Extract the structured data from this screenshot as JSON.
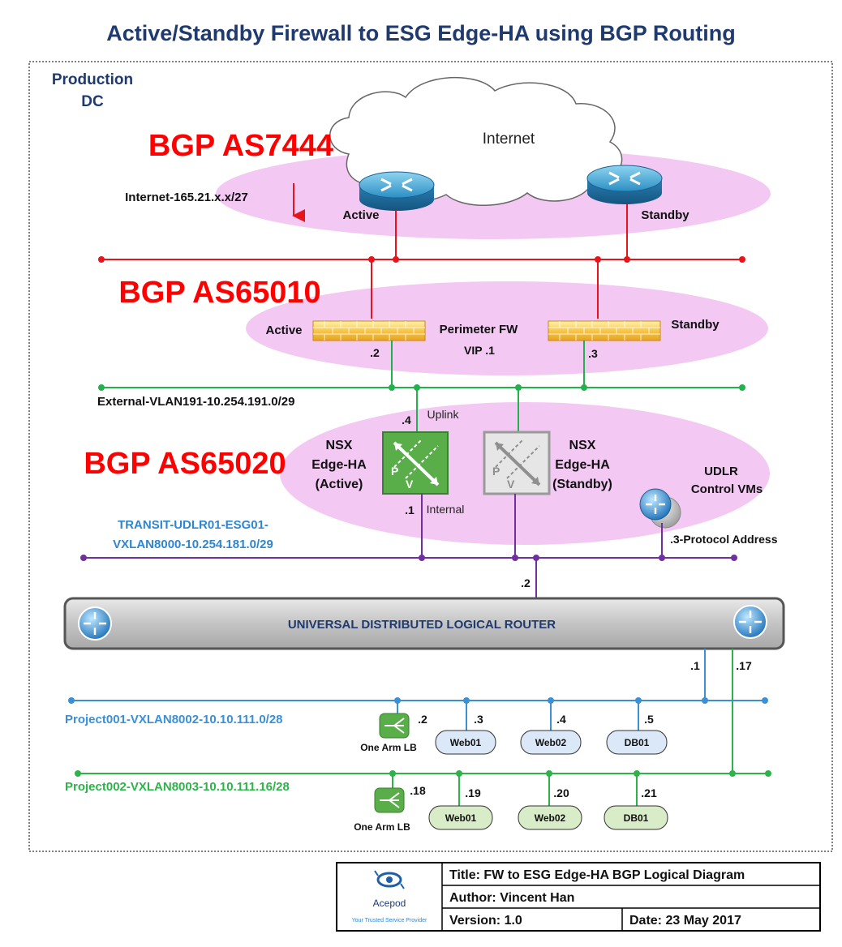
{
  "title": "Active/Standby Firewall to ESG Edge-HA using BGP Routing",
  "dc_label": [
    "Production",
    "DC"
  ],
  "bgp": {
    "as7444": "BGP AS7444",
    "as65010": "BGP AS65010",
    "as65020": "BGP AS65020"
  },
  "internet": {
    "cloud_label": "Internet",
    "subnet": "Internet-165.21.x.x/27",
    "router_active": "Active",
    "router_standby": "Standby"
  },
  "perimeter_fw": {
    "active": "Active",
    "standby": "Standby",
    "name": "Perimeter FW",
    "vip": "VIP .1",
    "active_ip": ".2",
    "standby_ip": ".3"
  },
  "external_vlan": "External-VLAN191-10.254.191.0/29",
  "nsx_edge": {
    "uplink_ip": ".4",
    "uplink_label": "Uplink",
    "active": [
      "NSX",
      "Edge-HA",
      "(Active)"
    ],
    "standby": [
      "NSX",
      "Edge-HA",
      "(Standby)"
    ],
    "internal_ip": ".1",
    "internal_label": "Internal",
    "icon_letters": [
      "P",
      "V"
    ]
  },
  "udlr_control": {
    "label": [
      "UDLR",
      "Control VMs"
    ],
    "protocol_address": ".3-Protocol Address"
  },
  "transit": {
    "label": [
      "TRANSIT-UDLR01-ESG01-",
      "VXLAN8000-10.254.181.0/29"
    ],
    "udlr_ip": ".2"
  },
  "udlr": {
    "label": "UNIVERSAL DISTRIBUTED LOGICAL ROUTER",
    "ip_p1": ".1",
    "ip_p2": ".17"
  },
  "project1": {
    "label": "Project001-VXLAN8002-10.10.111.0/28",
    "lb_label": "One Arm LB",
    "lb_ip": ".2",
    "nodes": [
      {
        "name": "Web01",
        "ip": ".3"
      },
      {
        "name": "Web02",
        "ip": ".4"
      },
      {
        "name": "DB01",
        "ip": ".5"
      }
    ]
  },
  "project2": {
    "label": "Project002-VXLAN8003-10.10.111.16/28",
    "lb_label": "One Arm LB",
    "lb_ip": ".18",
    "nodes": [
      {
        "name": "Web01",
        "ip": ".19"
      },
      {
        "name": "Web02",
        "ip": ".20"
      },
      {
        "name": "DB01",
        "ip": ".21"
      }
    ]
  },
  "title_block": {
    "company": "Acepod",
    "tagline": "Your Trusted Service Provider",
    "title": "Title: FW to ESG Edge-HA BGP Logical Diagram",
    "author": "Author: Vincent Han",
    "version": "Version: 1.0",
    "date": "Date: 23 May 2017"
  },
  "colors": {
    "title_blue": "#1f3a6e",
    "bgp_red": "#ff0000",
    "pink_zone": "#f3c8f3",
    "red_line": "#e8141b",
    "green_line": "#22b14c",
    "purple_line": "#7030a0",
    "blue_line": "#4a90d9",
    "project1_blue": "#3a8fd6",
    "project2_green": "#2db34a"
  }
}
